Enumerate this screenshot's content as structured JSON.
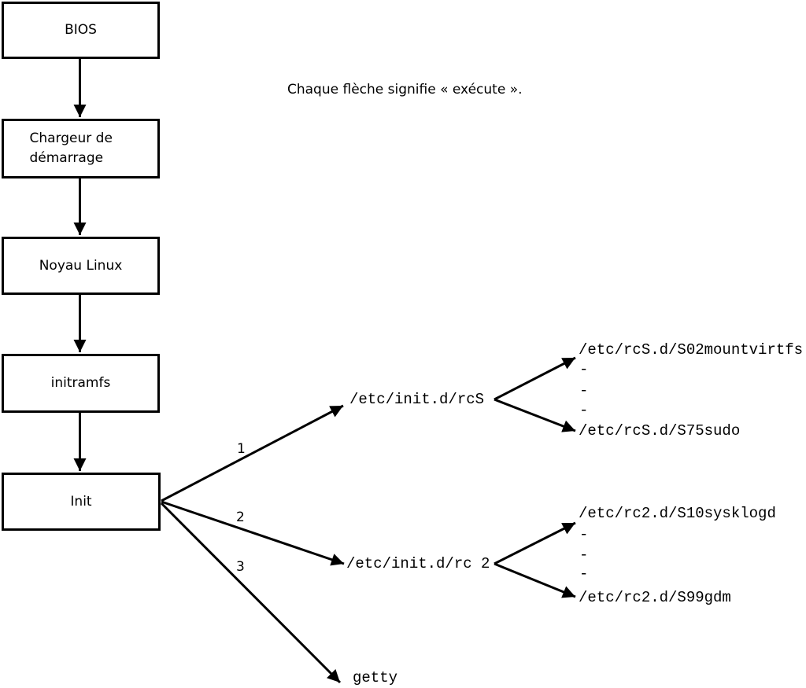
{
  "annotation": "Chaque flèche signifie « exécute ».",
  "flow_nodes": [
    {
      "label": "BIOS"
    },
    {
      "label": "Chargeur de démarrage"
    },
    {
      "label": "Noyau Linux"
    },
    {
      "label": "initramfs"
    },
    {
      "label": "Init"
    }
  ],
  "branches": [
    {
      "number": "1",
      "target": "/etc/init.d/rcS",
      "children": [
        "/etc/rcS.d/S02mountvirtfs",
        "/etc/rcS.d/S75sudo"
      ],
      "ellipsis": [
        "-",
        "-",
        "-"
      ]
    },
    {
      "number": "2",
      "target": "/etc/init.d/rc 2",
      "children": [
        "/etc/rc2.d/S10sysklogd",
        "/etc/rc2.d/S99gdm"
      ],
      "ellipsis": [
        "-",
        "-",
        "-"
      ]
    },
    {
      "number": "3",
      "target": "getty"
    }
  ],
  "colors": {
    "line": "#000000",
    "background": "#ffffff"
  }
}
